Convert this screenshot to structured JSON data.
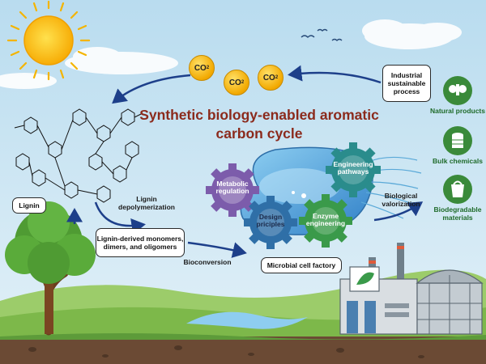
{
  "title": {
    "line1": "Synthetic biology-enabled aromatic",
    "line2": "carbon cycle"
  },
  "co2": {
    "label": "CO",
    "sub": "2"
  },
  "boxes": {
    "industrial": "Industrial sustainable process",
    "lignin": "Lignin",
    "monomers": "Lignin-derived monomers, dimers, and oligomers",
    "factory": "Microbial cell factory"
  },
  "labels": {
    "depolymerization": "Lignin depolymerization",
    "bioconversion": "Bioconversion",
    "valorization": "Biological valorization"
  },
  "gears": {
    "metabolic": "Metabolic regulation",
    "design": "Design priciples",
    "enzyme": "Enzyme engineering",
    "pathways": "Engineering pathways"
  },
  "products": [
    "Natural products",
    "Bulk chemicals",
    "Biodegradable materials"
  ],
  "colors": {
    "title": "#8b2a1c",
    "gear_metabolic": "#7c5cab",
    "gear_design": "#2f6fa7",
    "gear_enzyme": "#3a9a4a",
    "gear_pathways": "#2a8c8c",
    "products": "#1f6b2a"
  },
  "icons": [
    "sun-icon",
    "co2-molecule-icon",
    "tree-icon",
    "factory-icon",
    "flask-products-icon",
    "barrels-icon",
    "biodegradable-bag-icon",
    "lignin-structure-icon",
    "cell-icon",
    "gear-icon",
    "bird-icon",
    "leaf-icon"
  ]
}
